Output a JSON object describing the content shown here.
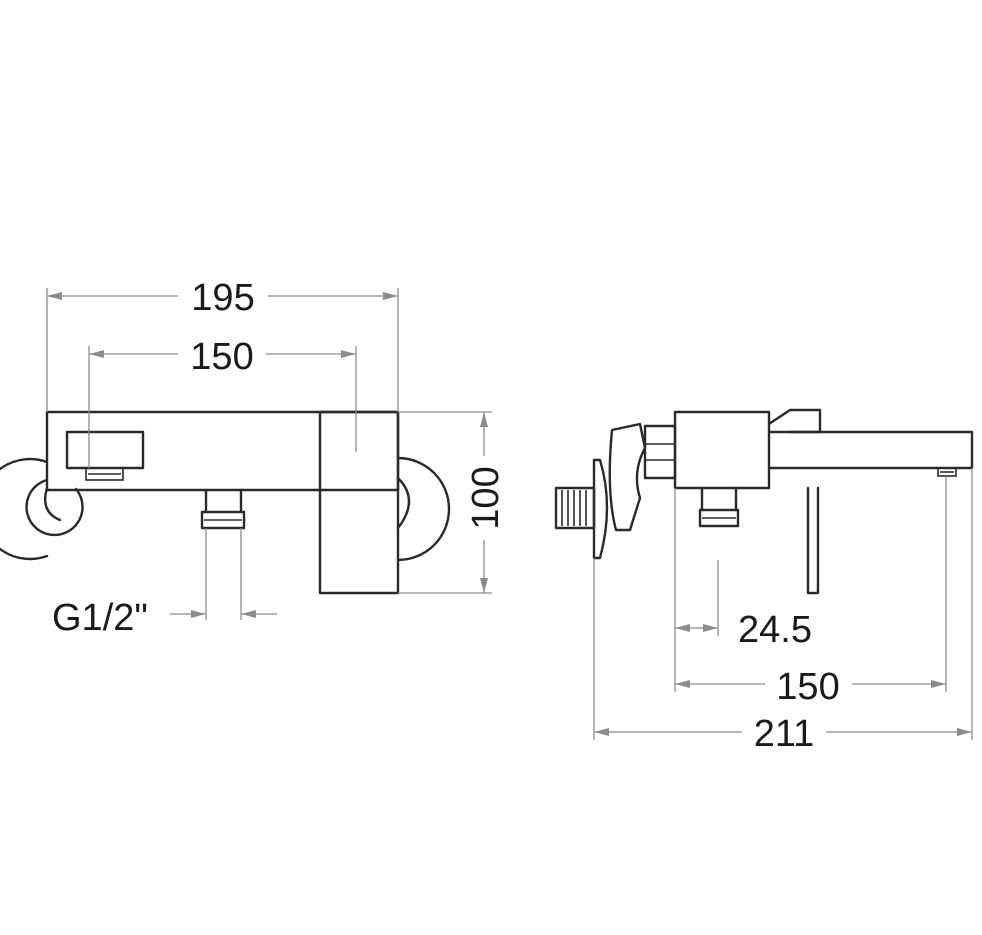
{
  "front_view": {
    "dim_width_overall": "195",
    "dim_inlet_spacing": "150",
    "dim_height": "100",
    "dim_thread": "G1/2\""
  },
  "side_view": {
    "dim_outlet_offset": "24.5",
    "dim_spout_reach": "150",
    "dim_depth_overall": "211"
  },
  "colors": {
    "line": "#2a2a2a",
    "dimension": "#8c8c8c",
    "background": "#ffffff"
  }
}
